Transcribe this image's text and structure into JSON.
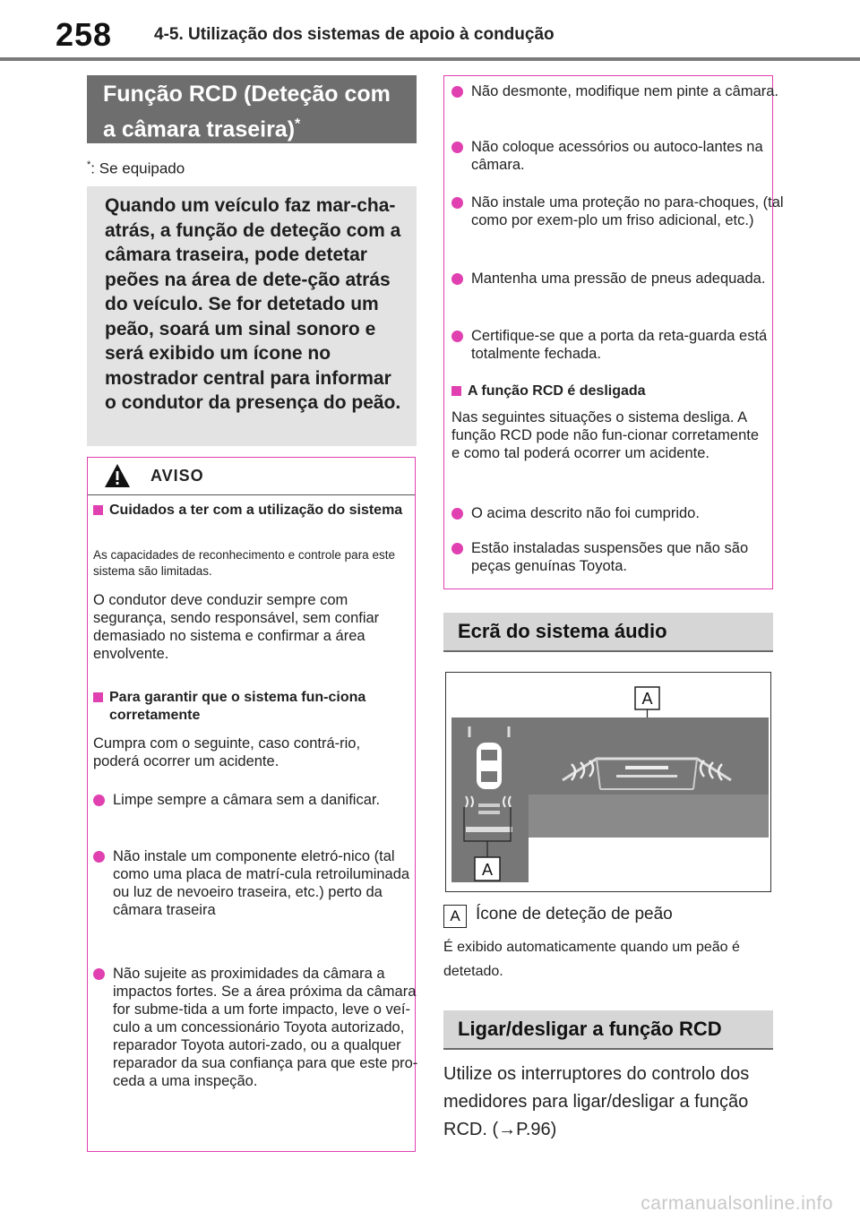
{
  "header": {
    "page_number": "258",
    "section_title": "4-5. Utilização dos sistemas de apoio à condução"
  },
  "rcd": {
    "title": "Função RCD (Deteção com a câmara traseira)",
    "title_mark": "*",
    "footnote_mark": "*",
    "footnote_text": ": Se equipado",
    "intro": "Quando um veículo faz mar-cha-atrás, a função de deteção com a câmara traseira, pode detetar peões na área de dete-ção atrás do veículo. Se for detetado um peão, soará um sinal sonoro e será exibido um ícone no mostrador central para informar o condutor da presença do peão."
  },
  "aviso": {
    "label": "AVISO",
    "heading1": "Cuidados a ter com a utilização do sistema",
    "small1": "As capacidades de reconhecimento e controle para este sistema são limitadas.",
    "para1": "O condutor deve conduzir sempre com segurança, sendo responsável, sem confiar demasiado no sistema e confirmar a área envolvente.",
    "heading2": "Para garantir que o sistema fun-ciona corretamente",
    "para2": "Cumpra com o seguinte, caso contrá-rio, poderá ocorrer um acidente.",
    "bullets": [
      "Limpe sempre a câmara sem a danificar.",
      "Não instale um componente eletró-nico (tal como uma placa de matrí-cula retroiluminada ou luz de nevoeiro traseira, etc.) perto da câmara traseira",
      "Não sujeite as proximidades da câmara a impactos fortes. Se a área próxima da câmara for subme-tida a um forte impacto, leve o veí-culo a um concessionário Toyota autorizado, reparador Toyota autori-zado, ou a qualquer reparador da sua confiança para que este pro-ceda a uma inspeção."
    ]
  },
  "right": {
    "bullets": [
      "Não desmonte, modifique nem pinte a câmara.",
      "Não coloque acessórios ou autoco-lantes na câmara.",
      "Não instale uma proteção no para-choques, (tal como por exem-plo um friso adicional, etc.)",
      "Mantenha uma pressão de pneus adequada.",
      "Certifique-se que a porta da reta-guarda está totalmente fechada."
    ],
    "heading": "A função RCD é desligada",
    "para": "Nas seguintes situações o sistema desliga. A função RCD pode não fun-cionar corretamente e como tal poderá ocorrer um acidente.",
    "bullets2": [
      "O acima descrito não foi cumprido.",
      "Estão instaladas suspensões que não são peças genuínas Toyota."
    ]
  },
  "audio": {
    "section_title": "Ecrã do sistema áudio",
    "callout_top": "A",
    "callout_bottom": "A",
    "legend_letter": "A",
    "legend_text": "Ícone de deteção de peão",
    "legend_sub": "É exibido automaticamente quando um peão é detetado."
  },
  "toggle": {
    "section_title": "Ligar/desligar a função RCD",
    "text": "Utilize os interruptores do controlo dos medidores para ligar/desligar a função RCD. (→P.96)"
  },
  "watermark": "carmanualsonline.info",
  "colors": {
    "accent": "#e040b0",
    "title_box": "#6e6e6e",
    "intro_box": "#e3e3e3",
    "section_box": "#d6d6d6"
  }
}
